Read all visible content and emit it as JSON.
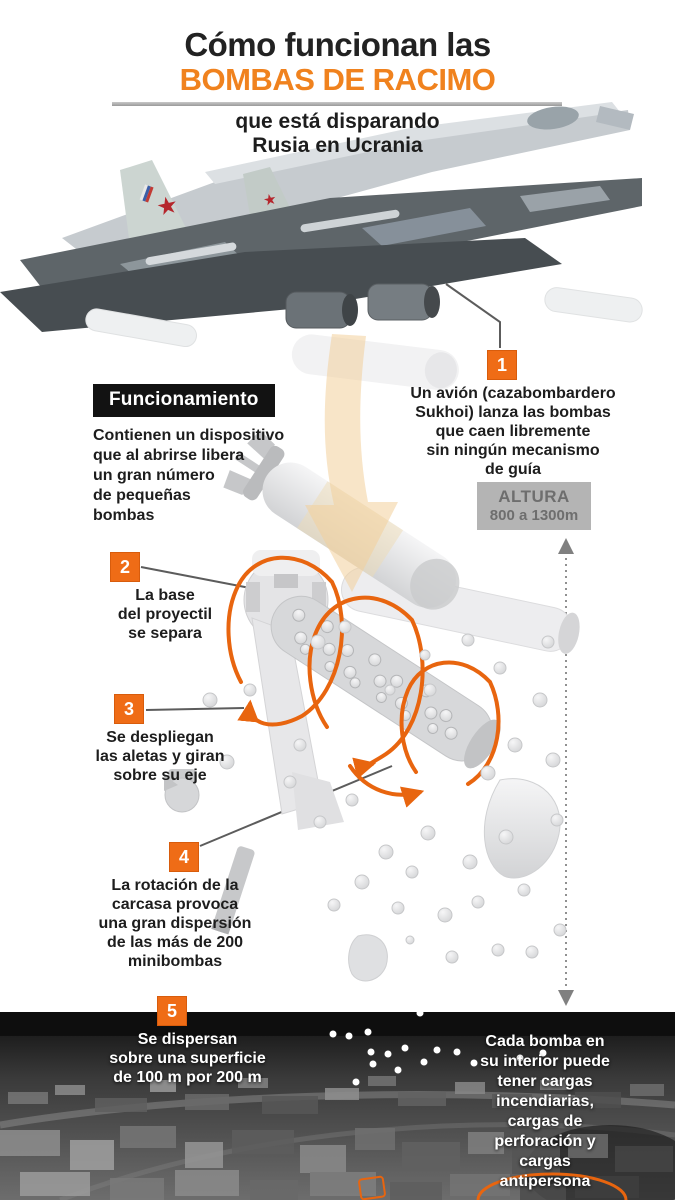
{
  "header": {
    "title_line1": "Cómo funcionan las",
    "title_line2": "BOMBAS DE RACIMO",
    "subtitle": "que está disparando\nRusia en Ucrania"
  },
  "section": {
    "label": "Funcionamiento",
    "intro": "Contienen un dispositivo\nque al abrirse libera\nun gran número\nde pequeñas\nbombas"
  },
  "altitude": {
    "label": "ALTURA",
    "range": "800 a 1300m"
  },
  "steps": [
    {
      "number": "1",
      "text": "Un avión (cazabombardero\nSukhoi) lanza las bombas\nque caen libremente\nsin ningún mecanismo\nde guía"
    },
    {
      "number": "2",
      "text": "La base\ndel proyectil\nse separa"
    },
    {
      "number": "3",
      "text": "Se despliegan\nlas aletas y giran\nsobre su eje"
    },
    {
      "number": "4",
      "text": "La rotación de la\ncarcasa provoca\nuna gran dispersión\nde las más de 200\nminibombas"
    },
    {
      "number": "5",
      "text": "Se dispersan\nsobre una superficie\nde 100 m por 200 m"
    }
  ],
  "bottom_note": "Cada bomba en\nsu interior puede\ntener cargas\nincendiarias,\ncargas de\nperforación y\ncargas\nantipersona",
  "jet": {
    "star_glyph": "★"
  },
  "colors": {
    "accent_orange": "#ef6c16",
    "title_orange": "#f0821e",
    "rotation_arrow_orange": "#e8650f",
    "faded_arrow_tan": "#f2cf9a",
    "text_black": "#1d1d1d",
    "altitude_bg": "#b4b4b4",
    "altitude_text": "#6e6e6e"
  },
  "icons": {
    "fighter-jet-illustration": "sukhoi-fighter-bomber-silhouette",
    "red-star-icon": "★",
    "rotation-arrow-icon": "orange-elliptical-arrow",
    "altitude-range-icon": "dotted-double-headed-arrow",
    "drop-arrow-icon": "faded-orange-down-arrow"
  }
}
